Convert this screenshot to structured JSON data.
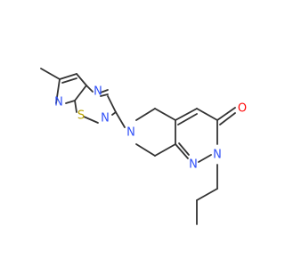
{
  "image_type": "chemical-structure-diagram",
  "colors": {
    "bond": "#333333",
    "nitrogen": "#3050F8",
    "oxygen": "#FF0D0D",
    "sulfur": "#B8A200",
    "background": "#ffffff"
  },
  "atoms": {
    "n_imid_bridge": "N",
    "n_imid_ring": "N",
    "s_thiadiazole": "S",
    "n_thiadiazole": "N",
    "n_piperidine": "N",
    "o_carbonyl": "O",
    "n_pyridazine_alkyl": "N",
    "n_pyridazine": "N"
  }
}
